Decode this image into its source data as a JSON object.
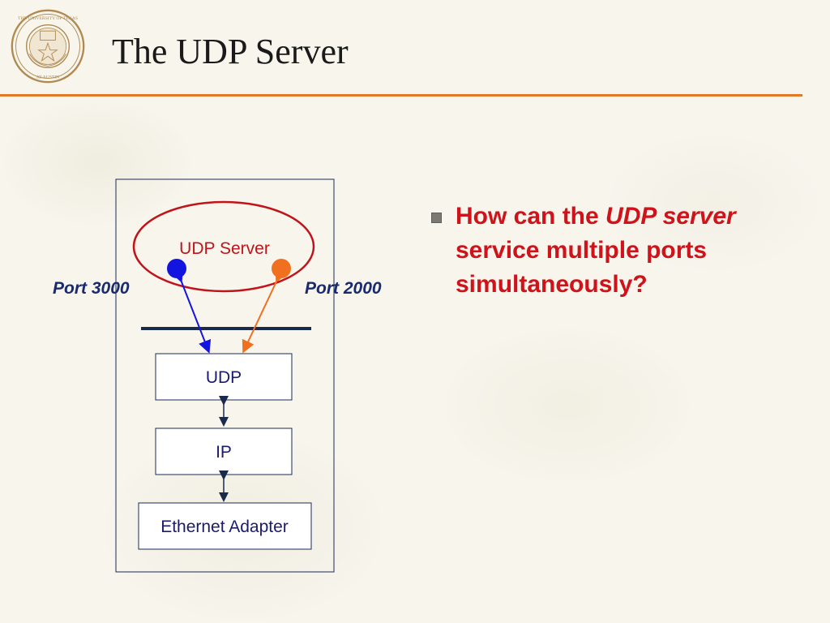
{
  "slide": {
    "title": "The UDP Server"
  },
  "seal": {
    "ring_text_top": "THE UNIVERSITY OF TEXAS",
    "ring_text_bottom": "AT AUSTIN"
  },
  "diagram": {
    "server_label": "UDP Server",
    "port_left": "Port 3000",
    "port_right": "Port 2000",
    "layers": [
      "UDP",
      "IP",
      "Ethernet Adapter"
    ],
    "colors": {
      "ellipse": "#c0141a",
      "port_3000_dot": "#1414e0",
      "port_2000_dot": "#f07020",
      "layer_text": "#1a1a6e",
      "frame": "#1a2a5a"
    }
  },
  "bullet": {
    "part1": "How can the",
    "part2_italic": "UDP server",
    "part3": "service multiple ports simultaneously?"
  }
}
